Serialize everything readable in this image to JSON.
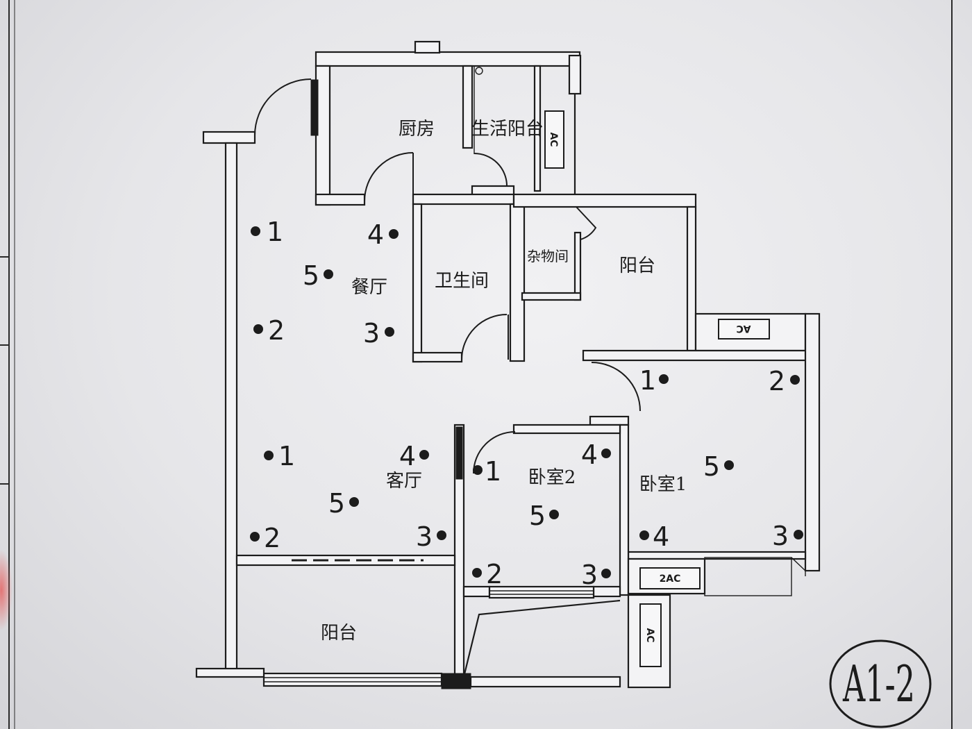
{
  "plan_id": "A1-2",
  "rooms": {
    "kitchen": "厨房",
    "utility_balcony": "生活阳台",
    "bathroom": "卫生间",
    "storage": "杂物间",
    "balcony_north": "阳台",
    "dining": "餐厅",
    "living": "客厅",
    "bedroom2": "卧室2",
    "bedroom1": "卧室1",
    "balcony_south": "阳台"
  },
  "ac_units": {
    "utility": "AC",
    "east": "AC",
    "bedroom1": "2AC",
    "south": "AC"
  },
  "points": {
    "dining": [
      "1",
      "4",
      "5",
      "2",
      "3"
    ],
    "living": [
      "1",
      "4",
      "5",
      "2",
      "3"
    ],
    "bedroom2": [
      "1",
      "4",
      "5",
      "2",
      "3"
    ],
    "bedroom1": [
      "1",
      "2",
      "5",
      "4",
      "3"
    ]
  },
  "colors": {
    "ink": "#1c1c1c",
    "wall_fill": "#f3f3f5",
    "stamp": "#e07a7a"
  }
}
